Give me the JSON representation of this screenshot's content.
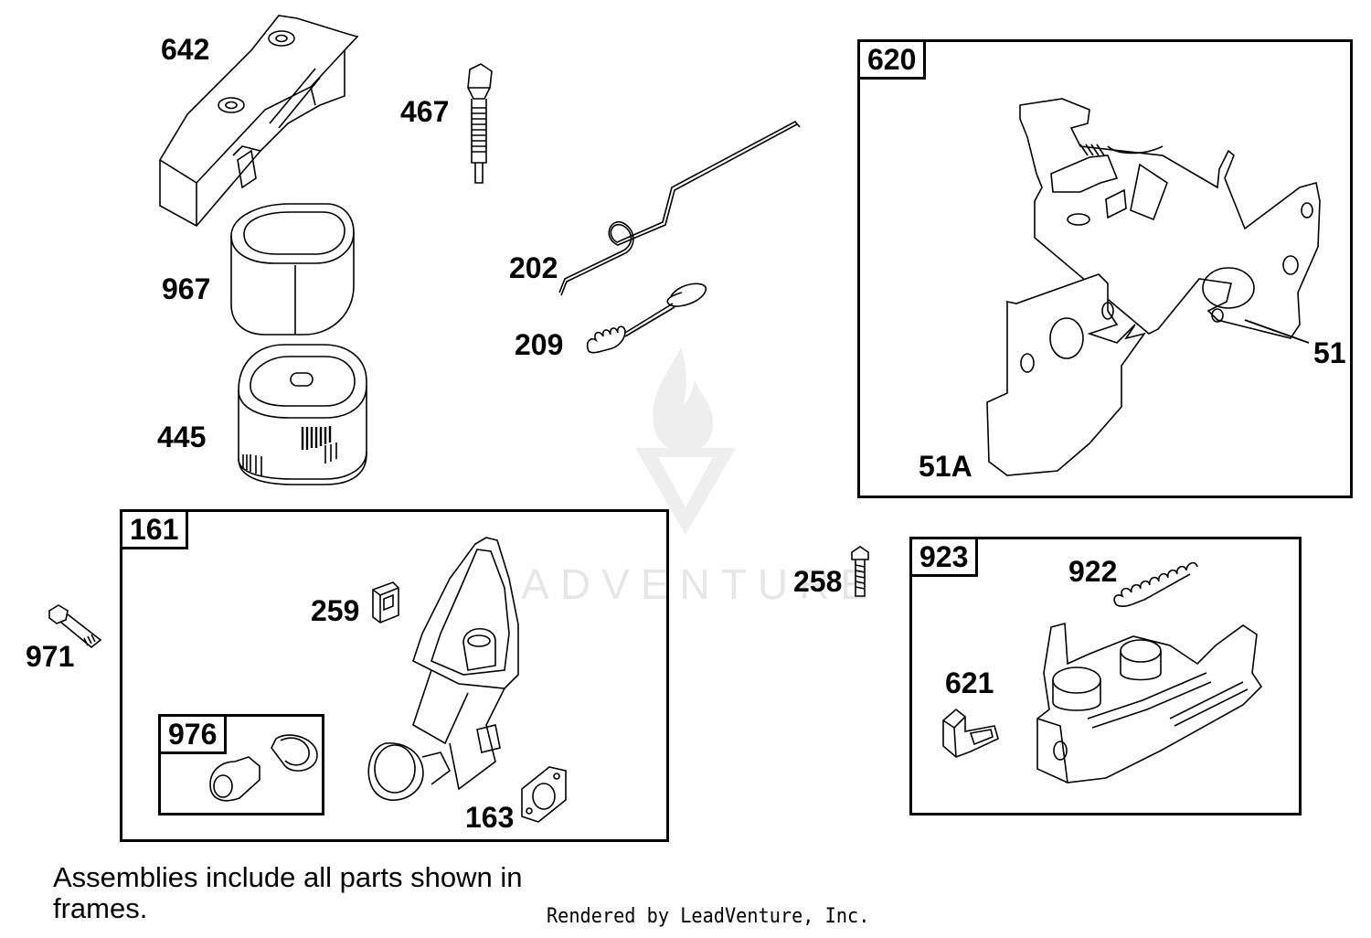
{
  "callouts": {
    "p642": "642",
    "p467": "467",
    "p967": "967",
    "p202": "202",
    "p209": "209",
    "p445": "445",
    "p51": "51",
    "p51a": "51A",
    "p258": "258",
    "p259": "259",
    "p971": "971",
    "p922": "922",
    "p621": "621",
    "p163": "163"
  },
  "frames": {
    "f620": "620",
    "f161": "161",
    "f976": "976",
    "f923": "923"
  },
  "note": "Assemblies include all parts shown in frames.",
  "credit": "Rendered by LeadVenture, Inc.",
  "watermark": "LEADVENTURE",
  "colors": {
    "line": "#000000",
    "watermark": "#e6e6e6",
    "background": "#ffffff"
  }
}
